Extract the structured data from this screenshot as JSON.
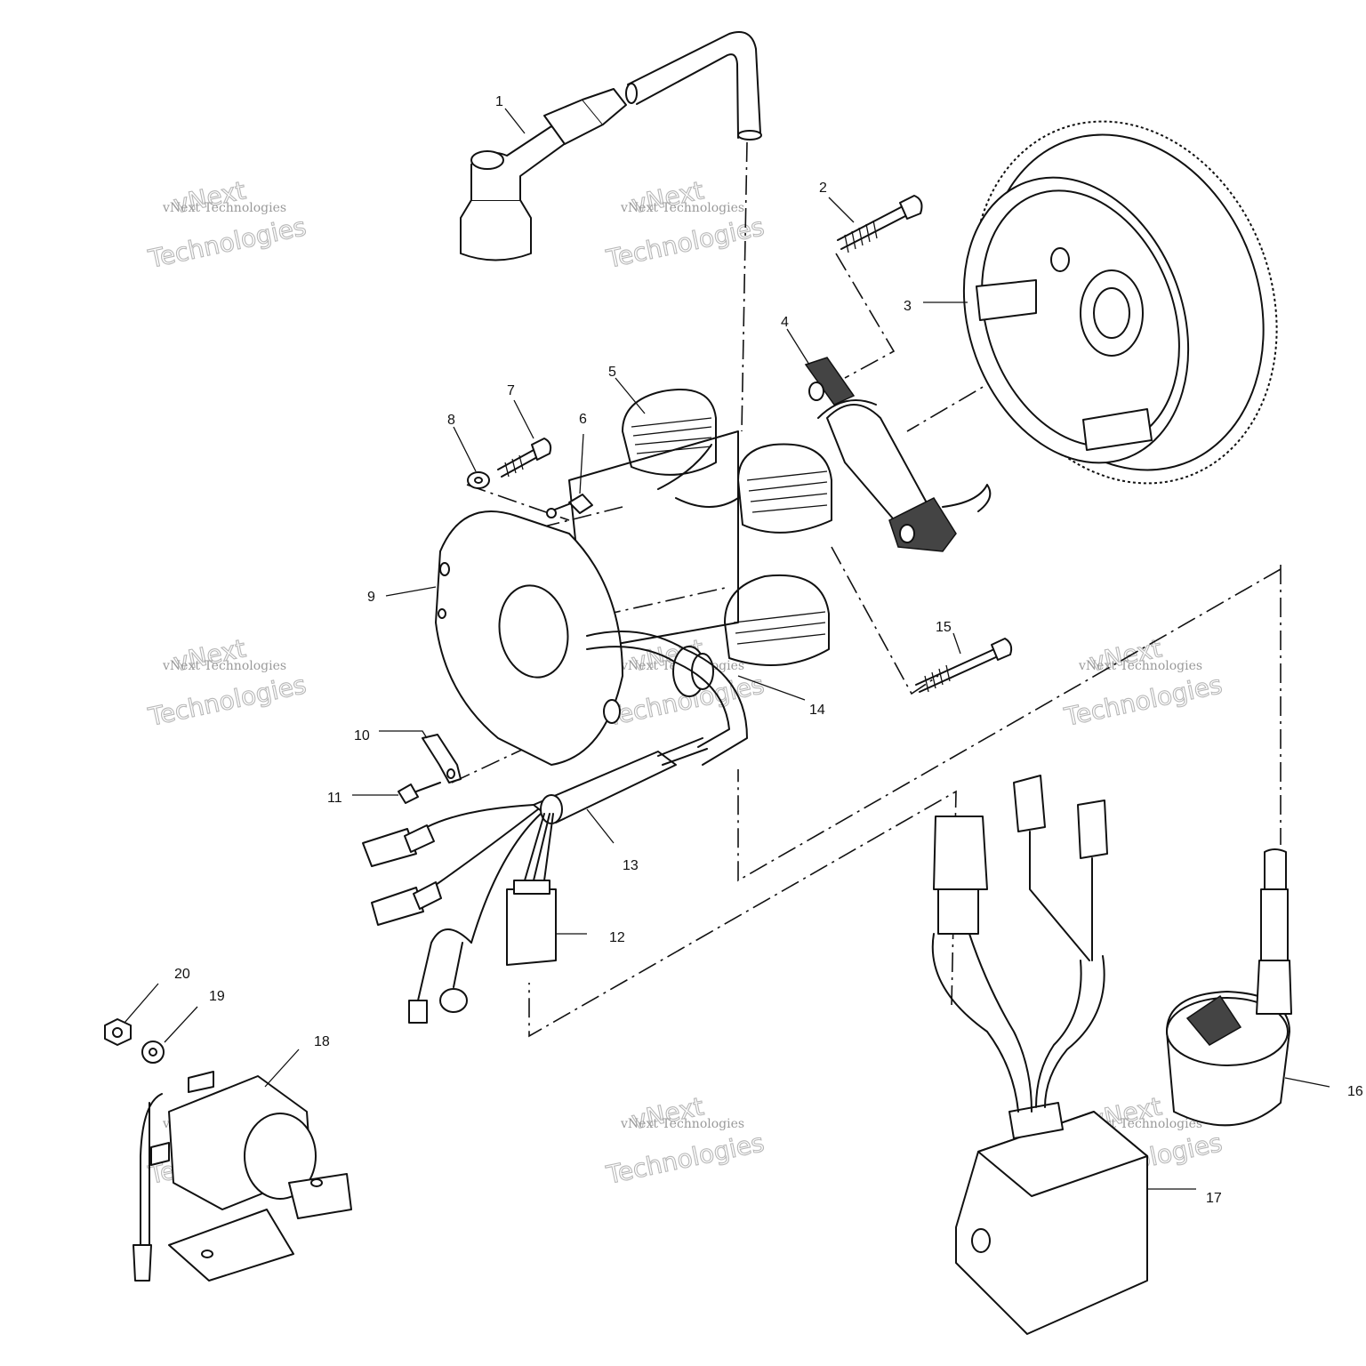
{
  "callouts": [
    {
      "num": "1"
    },
    {
      "num": "2"
    },
    {
      "num": "3"
    },
    {
      "num": "4"
    },
    {
      "num": "5"
    },
    {
      "num": "6"
    },
    {
      "num": "7"
    },
    {
      "num": "8"
    },
    {
      "num": "9"
    },
    {
      "num": "10"
    },
    {
      "num": "11"
    },
    {
      "num": "12"
    },
    {
      "num": "13"
    },
    {
      "num": "14"
    },
    {
      "num": "15"
    },
    {
      "num": "16"
    },
    {
      "num": "17"
    },
    {
      "num": "18"
    },
    {
      "num": "19"
    },
    {
      "num": "20"
    }
  ],
  "watermark": {
    "small": "vNext Technologies",
    "line1": "vNext",
    "line2": "Technologies"
  },
  "colors": {
    "line": "#111111",
    "watermark": "#9a9a9a",
    "background": "#ffffff"
  }
}
